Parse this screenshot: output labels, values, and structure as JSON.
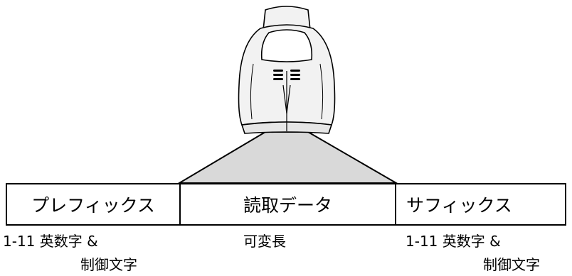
{
  "segments": {
    "prefix": {
      "label": "プレフィックス",
      "caption_line1": "1-11 英数字 &",
      "caption_line2": "制御文字"
    },
    "data": {
      "label": "読取データ",
      "caption": "可変長"
    },
    "suffix": {
      "label": "サフィックス",
      "caption_line1": "1-11 英数字 &",
      "caption_line2": "制御文字"
    }
  },
  "icons": {
    "device": "barcode-scanner-icon"
  },
  "colors": {
    "beam_fill": "#d9d9d9",
    "scanner_body": "#f2f2f2",
    "outline": "#000000"
  }
}
